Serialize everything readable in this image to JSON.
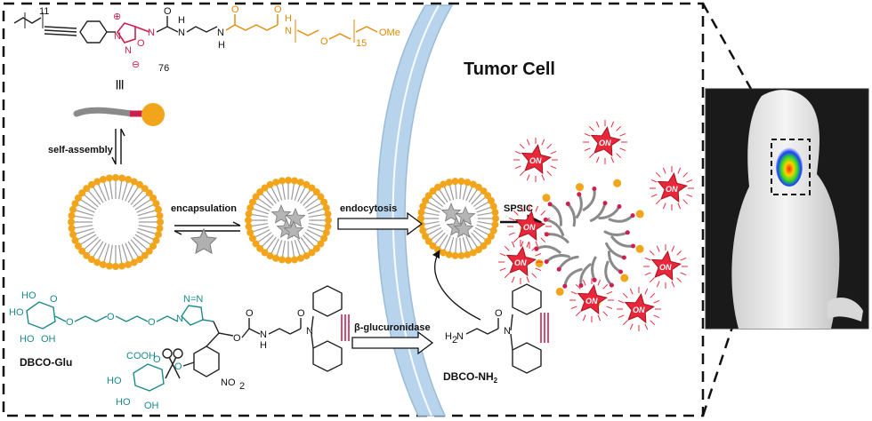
{
  "labels": {
    "tumor_cell": "Tumor Cell",
    "compound_number": "76",
    "self_assembly": "self-assembly",
    "encapsulation": "encapsulation",
    "endocytosis": "endocytosis",
    "spsic": "SPSIC",
    "beta_glucuronidase": "β-glucuronidase",
    "dbco_glu": "DBCO-Glu",
    "dbco_nh2": "DBCO-NH",
    "dbco_nh2_sub": "2",
    "on": "ON"
  },
  "chem": {
    "sub_11": "11",
    "sub_15": "15",
    "ome": "OMe",
    "n": "N",
    "o": "O",
    "h": "H",
    "plus": "⊕",
    "minus": "⊖",
    "ho": "HO",
    "oh": "OH",
    "no2": "NO",
    "no2_sub": "2",
    "cooh": "COOH",
    "h2n": "H",
    "h2n_sub": "2",
    "h2n_n": "N",
    "nn": "N=N",
    "triple_equiv": "|||"
  },
  "colors": {
    "lipid_head": "#f2a51a",
    "tail_gray": "#8a8a8a",
    "membrane": "#b8d4ec",
    "membrane_edge": "#9bbbd8",
    "star_red": "#e8283a",
    "teal": "#1b8a8a",
    "red_chain": "#cc1f4e",
    "orange_chain": "#e08a00"
  }
}
